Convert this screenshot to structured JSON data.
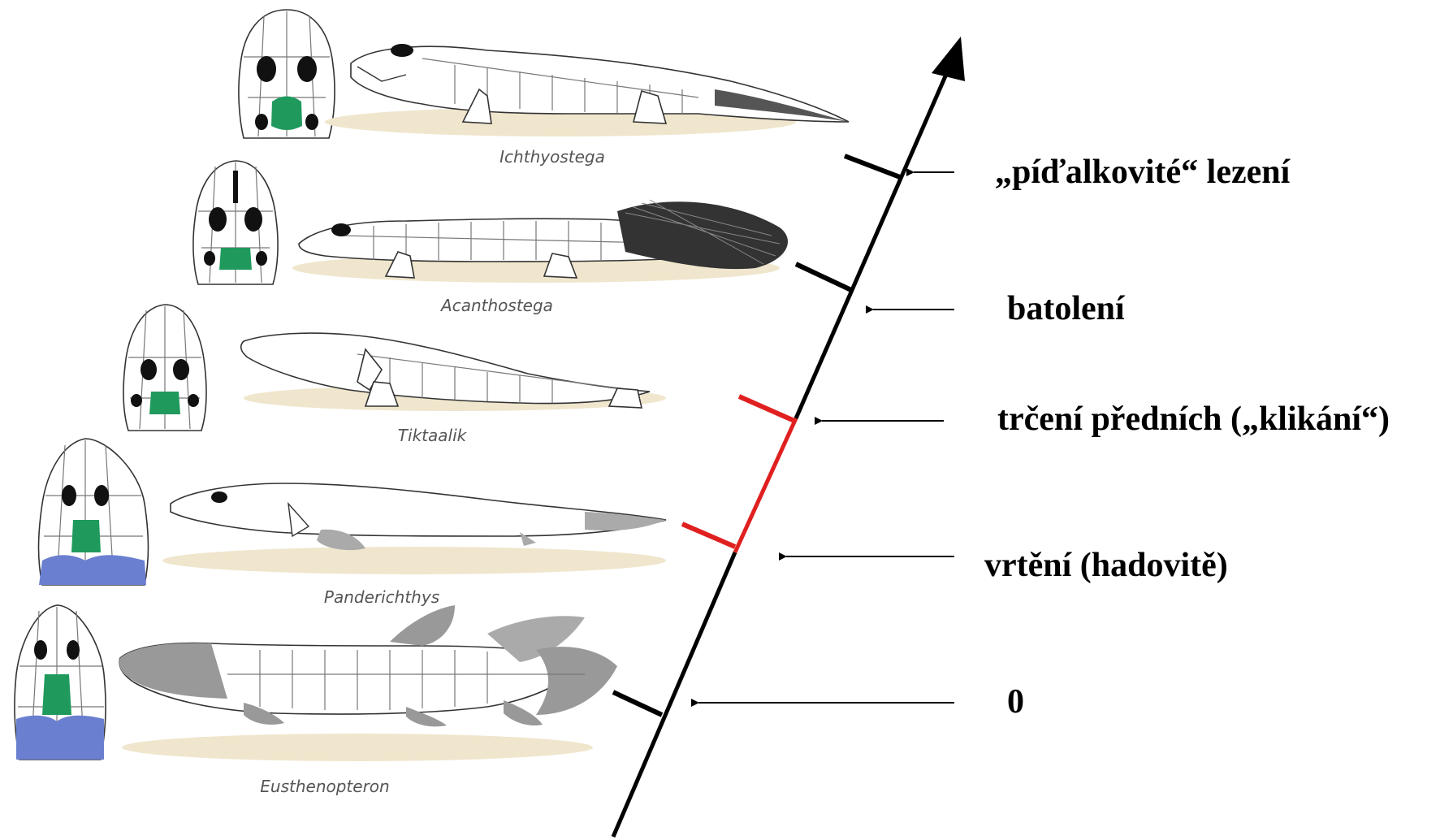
{
  "taxa": [
    {
      "name": "Ichthyostega"
    },
    {
      "name": "Acanthostega"
    },
    {
      "name": "Tiktaalik"
    },
    {
      "name": "Panderichthys"
    },
    {
      "name": "Eusthenopteron"
    }
  ],
  "stages": [
    {
      "label": "„píďalkovité“ lezení"
    },
    {
      "label": "batolení"
    },
    {
      "label": "trčení předních („klikání“)"
    },
    {
      "label": "vrtění (hadovitě)"
    },
    {
      "label": "0"
    }
  ],
  "colors": {
    "axis": "#000000",
    "highlight": "#e02020",
    "palate": "#1f9a5c",
    "snout_bones": "#6b7fd0",
    "ground": "#efe6cd"
  }
}
